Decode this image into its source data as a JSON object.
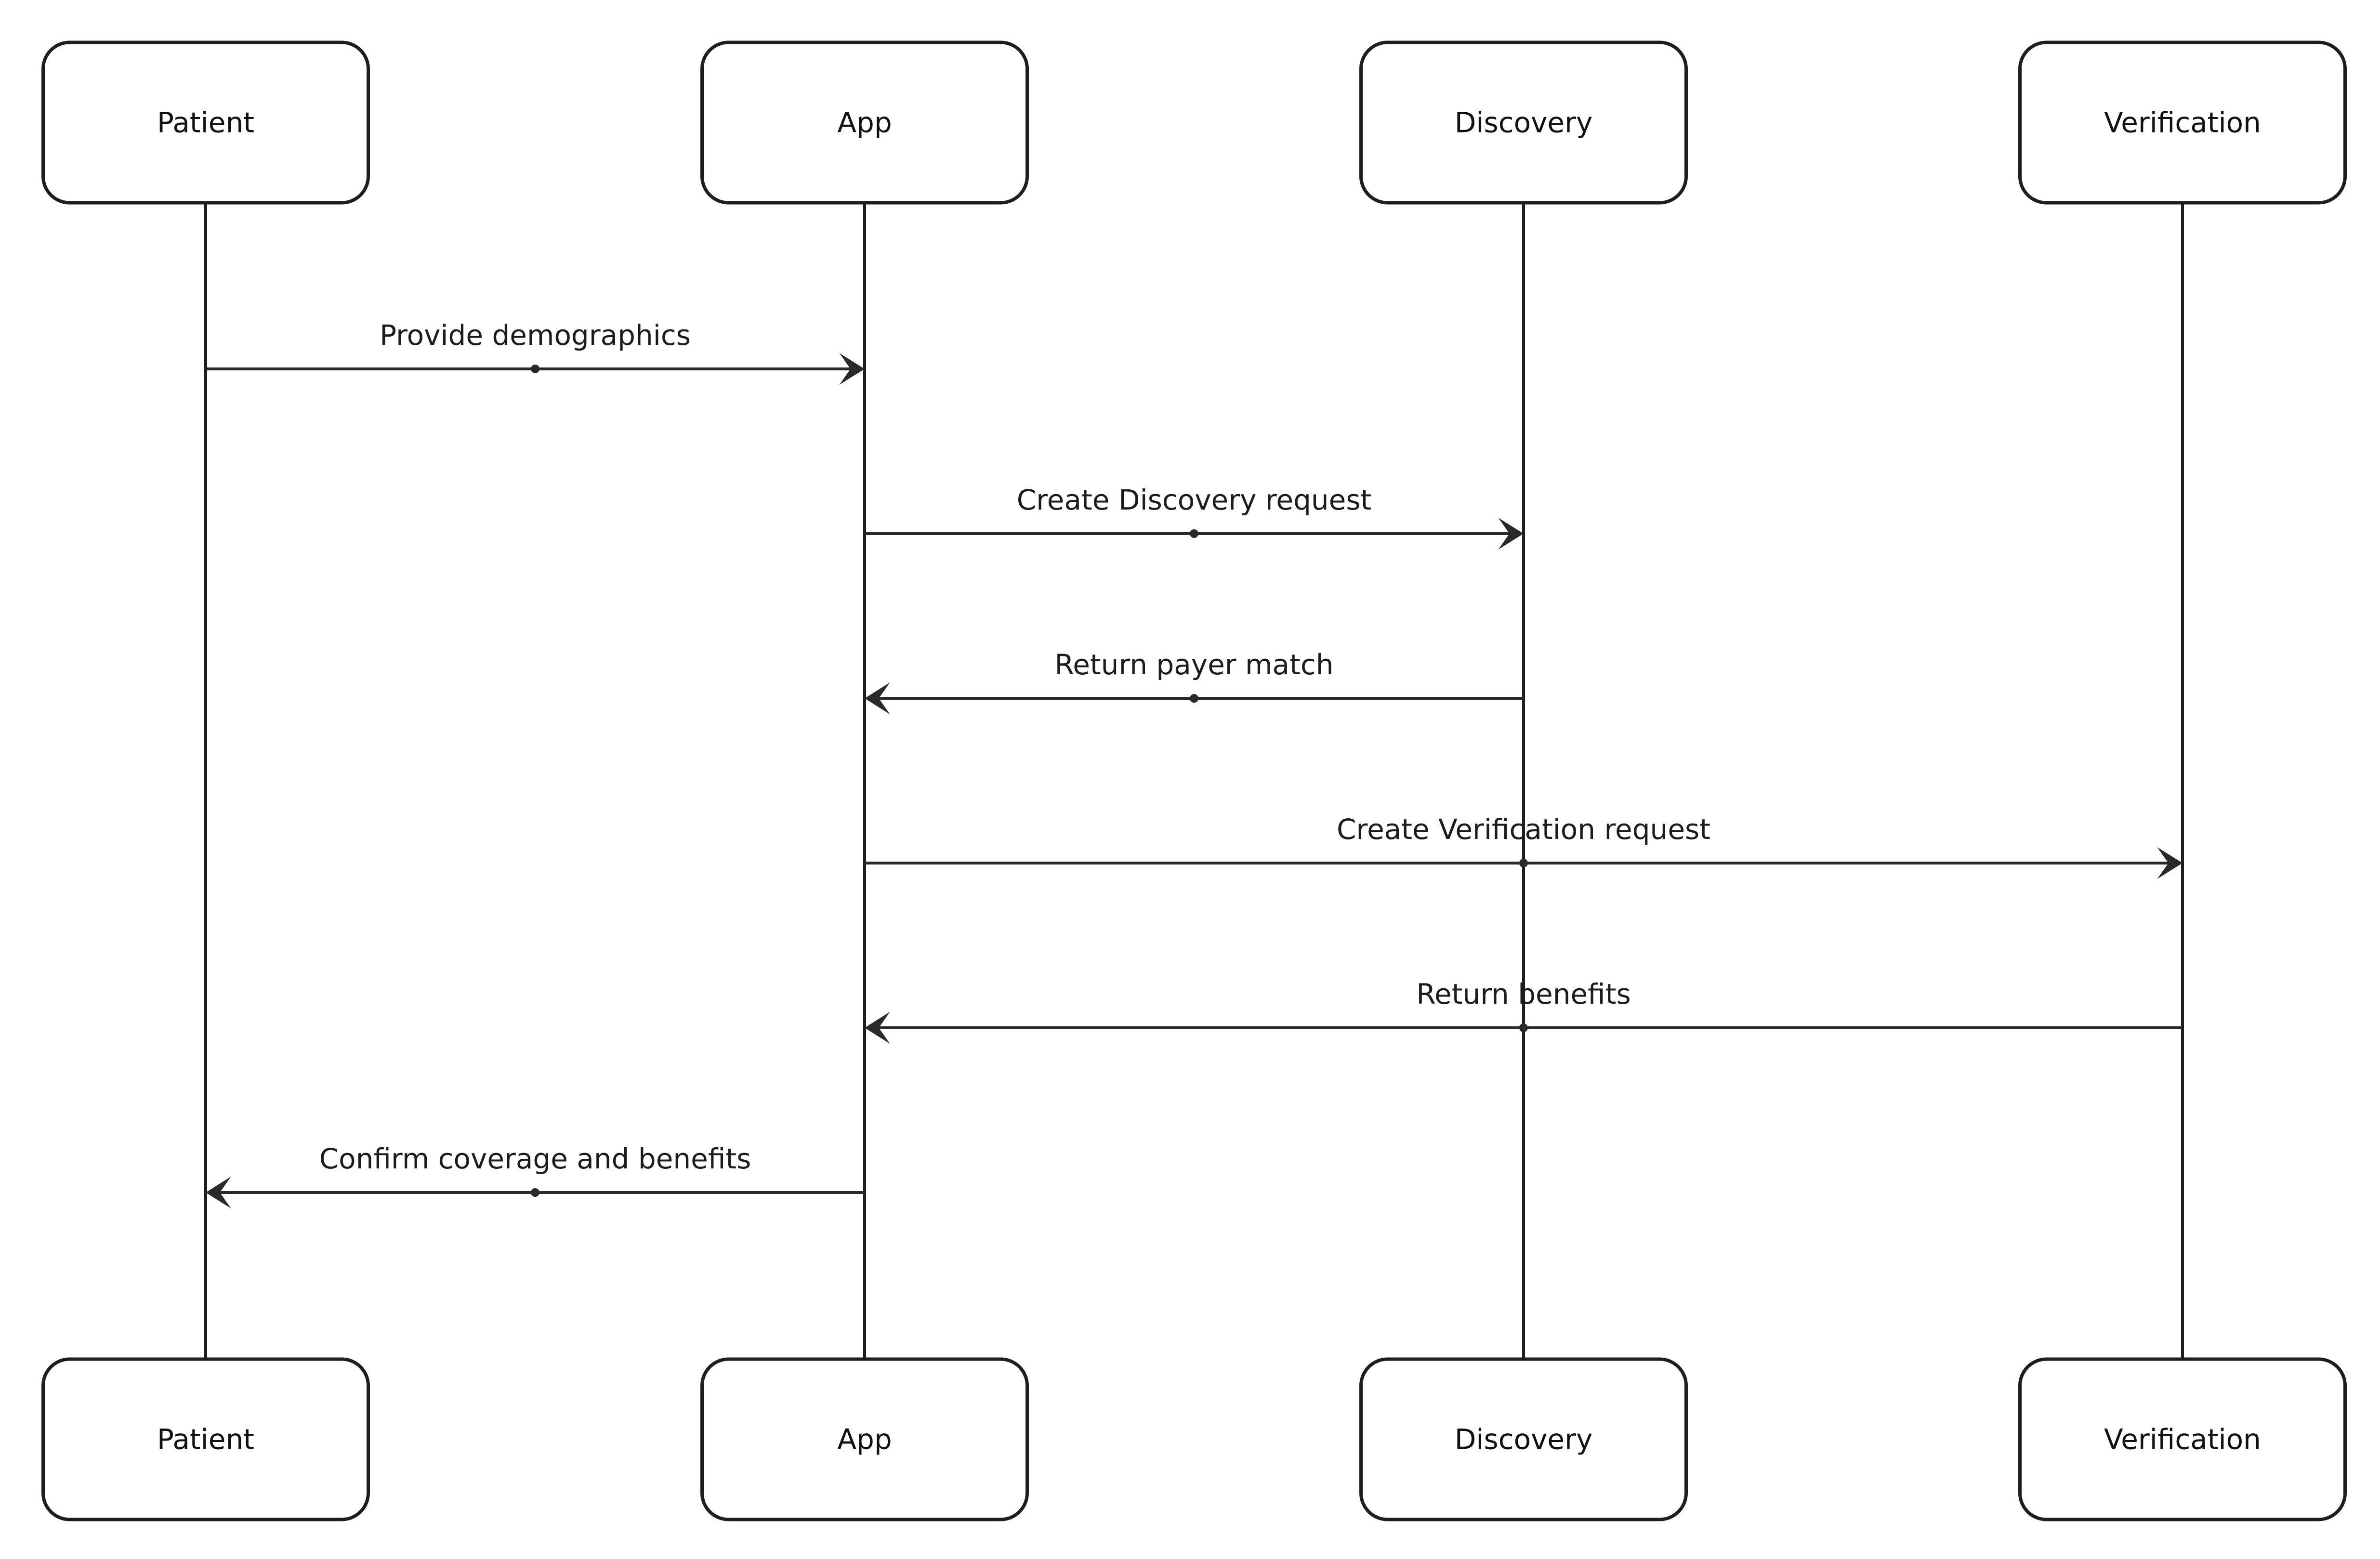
{
  "diagram": {
    "type": "sequence",
    "participants": [
      {
        "id": "patient",
        "label": "Patient"
      },
      {
        "id": "app",
        "label": "App"
      },
      {
        "id": "discovery",
        "label": "Discovery"
      },
      {
        "id": "verification",
        "label": "Verification"
      }
    ],
    "messages": [
      {
        "from": "patient",
        "to": "app",
        "label": "Provide demographics"
      },
      {
        "from": "app",
        "to": "discovery",
        "label": "Create Discovery request"
      },
      {
        "from": "discovery",
        "to": "app",
        "label": "Return payer match"
      },
      {
        "from": "app",
        "to": "verification",
        "label": "Create Verification request"
      },
      {
        "from": "verification",
        "to": "app",
        "label": "Return benefits"
      },
      {
        "from": "app",
        "to": "patient",
        "label": "Confirm coverage and benefits"
      }
    ],
    "colors": {
      "stroke": "#1e1e1e",
      "arrow": "#2a2a2a",
      "text": "#111111",
      "background": "#ffffff"
    }
  }
}
